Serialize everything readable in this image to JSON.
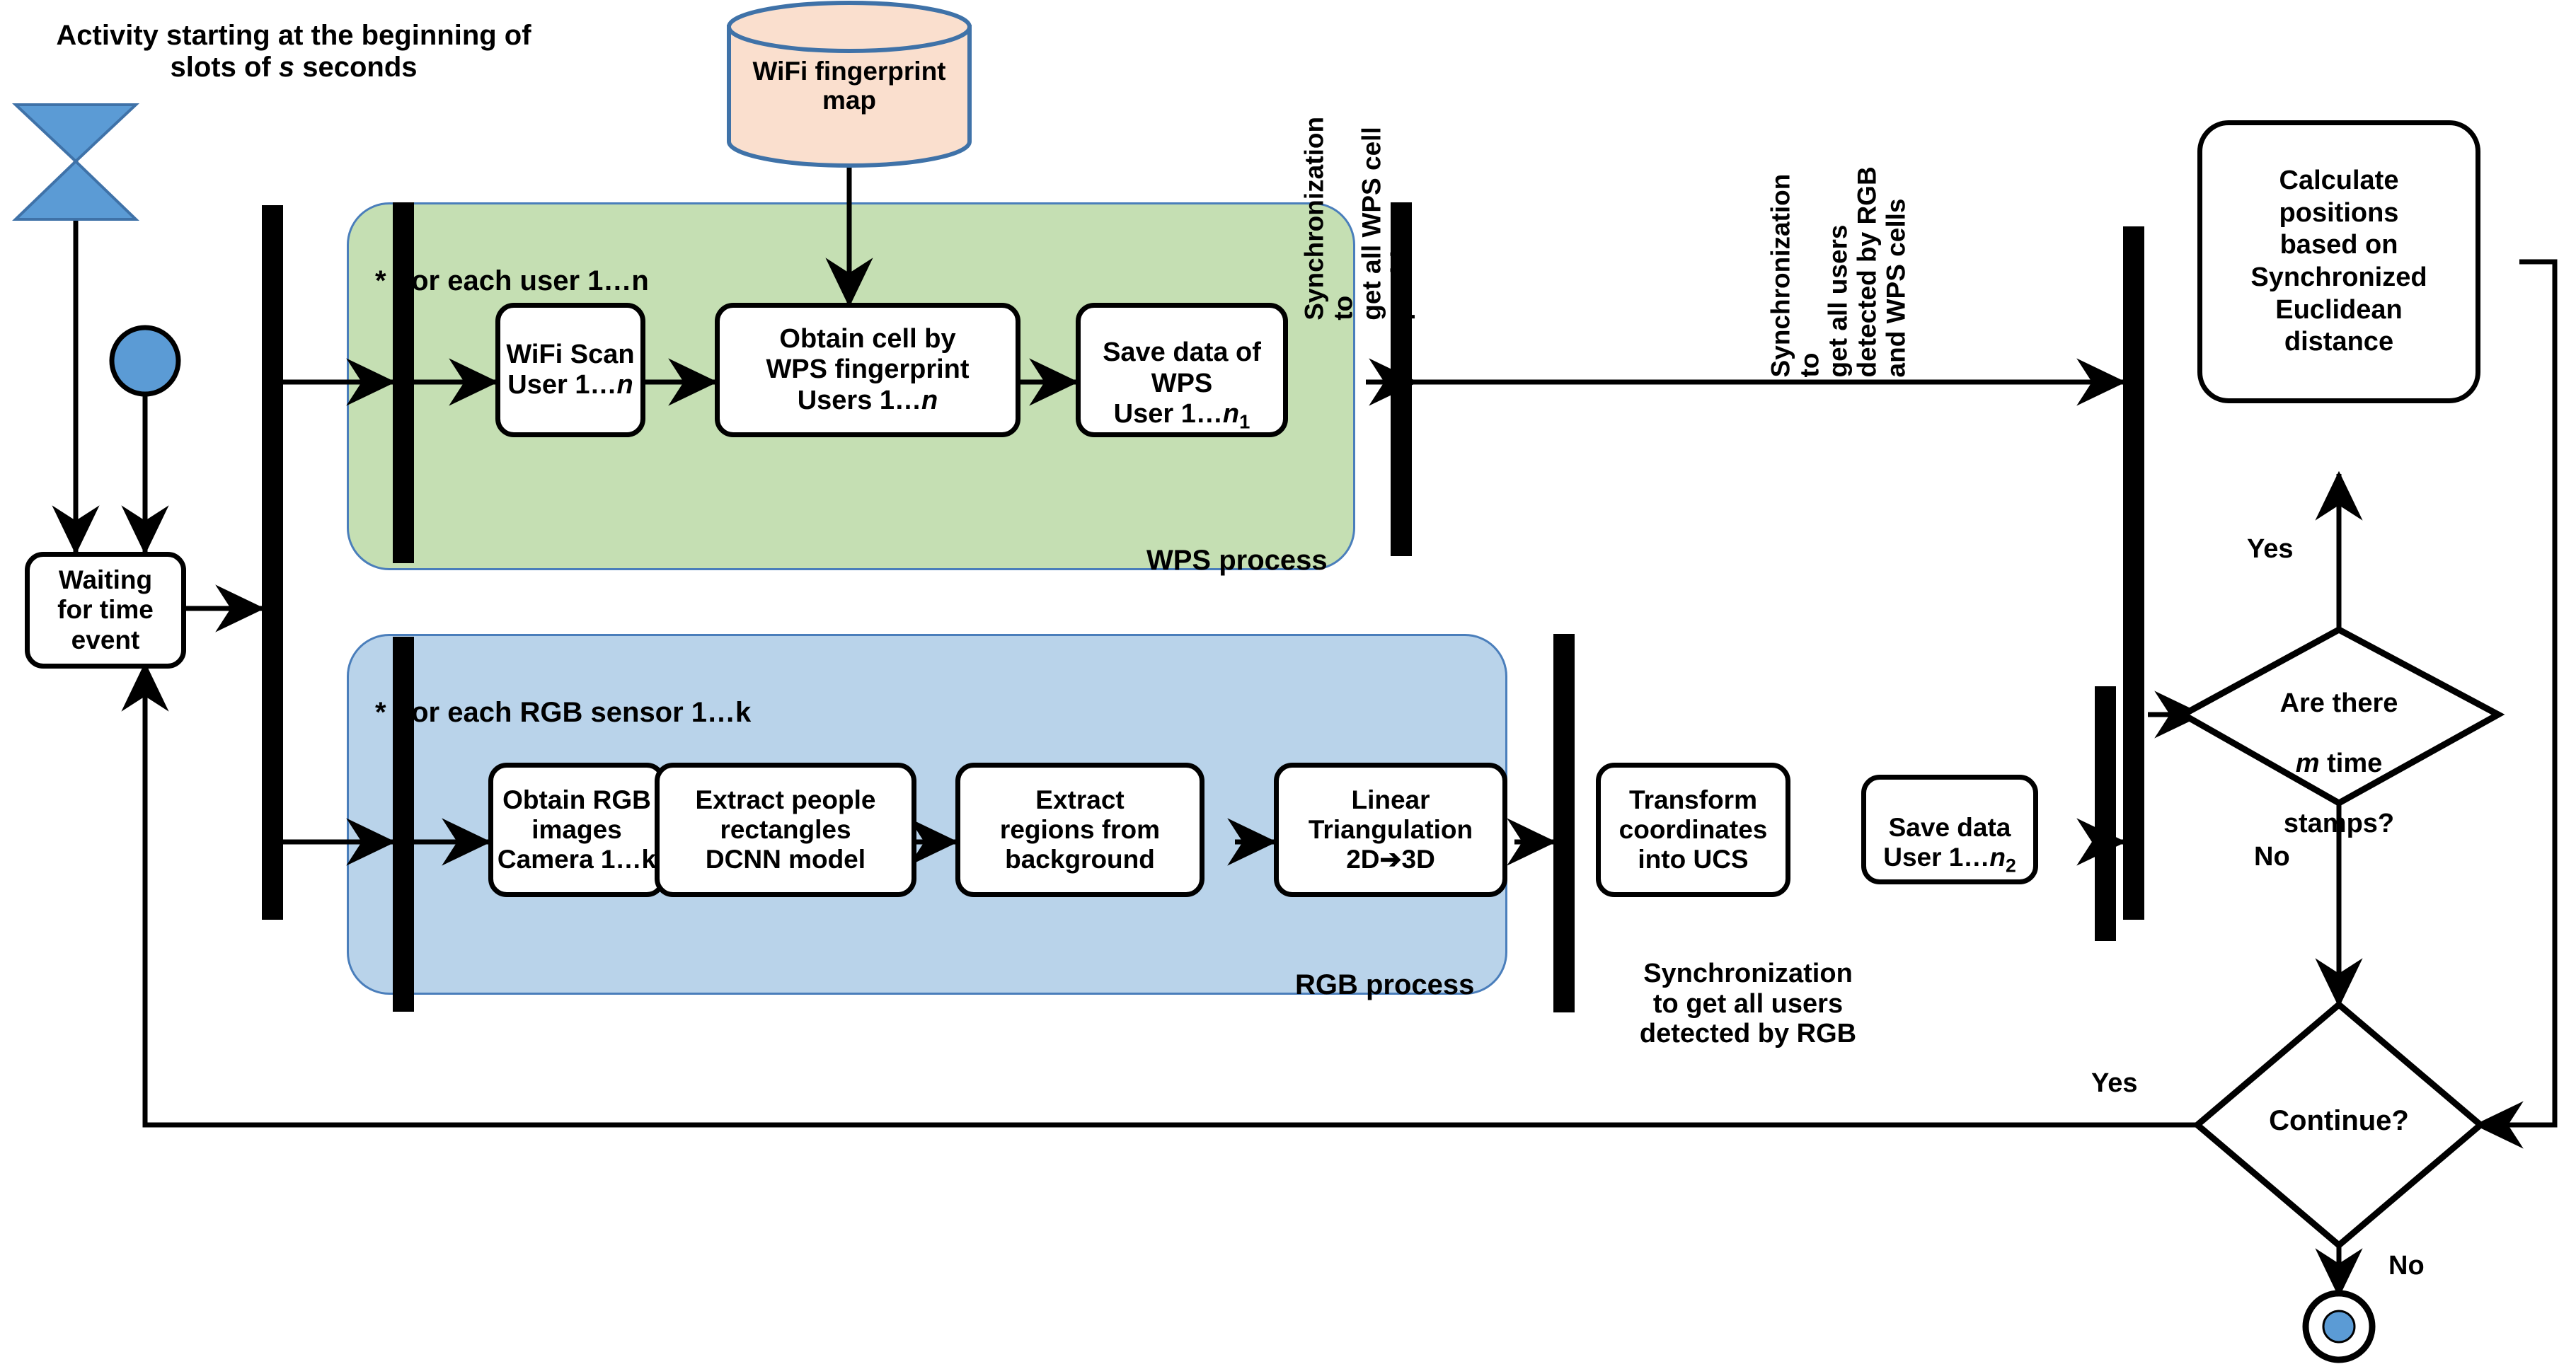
{
  "diagram": {
    "type": "uml-activity-diagram",
    "title_note": "Activity starting at the beginning of\nslots of  s  seconds",
    "colors": {
      "wps_panel_fill": "#c5dfb3",
      "rgb_panel_fill": "#b9d3ea",
      "panel_border": "#4a7ebb",
      "datastore_fill": "#fadfce",
      "datastore_border": "#3f72a8",
      "node_accent": "#5b9bd5",
      "line": "#000000"
    }
  },
  "annotations": {
    "start_note_line1": "Activity starting at the beginning of",
    "start_note_line2": "slots of  s  seconds"
  },
  "datastore": {
    "label": "WiFi fingerprint\nmap",
    "shape": "cylinder"
  },
  "nodes": {
    "waiting": "Waiting\nfor time\nevent",
    "wifi_scan": "WiFi Scan\nUser 1…n",
    "obtain_cell": "Obtain cell by\nWPS fingerprint\nUsers 1…n",
    "save_wps": "Save data of\nWPS\nUser 1…n",
    "save_wps_sub": "1",
    "obtain_rgb": "Obtain RGB\nimages\nCamera 1…k",
    "extract_people": "Extract people\nrectangles\nDCNN model",
    "extract_regions": "Extract\nregions from\nbackground",
    "linear_triangulation": "Linear\nTriangulation\n2D➔3D",
    "transform_ucs": "Transform\ncoordinates\ninto UCS",
    "save_rgb": "Save data\nUser 1…n",
    "save_rgb_sub": "2",
    "calculate_positions": "Calculate\npositions\nbased on\nSynchronized\nEuclidean\ndistance"
  },
  "panels": {
    "wps": {
      "header": "*  For each user 1…n",
      "tag": "WPS process"
    },
    "rgb": {
      "header": "*  For each RGB sensor 1…k",
      "tag": "RGB process"
    }
  },
  "sync_labels": {
    "wps_cells": "Synchronization to\nget all WPS  cell\npositions",
    "rgb_wps": "Synchronization to\nget all users\ndetected by RGB\nand WPS cells",
    "rgb_only": "Synchronization\nto get all users\ndetected by RGB"
  },
  "decisions": {
    "time_stamps": {
      "text": "Are there\nm  time\nstamps?",
      "text_pre": "Are there",
      "text_var": "m",
      "text_mid": " time",
      "text_post": "stamps?",
      "yes_label": "Yes",
      "no_label": "No"
    },
    "continue": {
      "text": "Continue?",
      "yes_label": "Yes",
      "no_label": "No"
    }
  },
  "terminators": {
    "initial_node_name": "initial-node",
    "final_node_name": "activity-final-node",
    "time_event_name": "time-event-hourglass"
  }
}
